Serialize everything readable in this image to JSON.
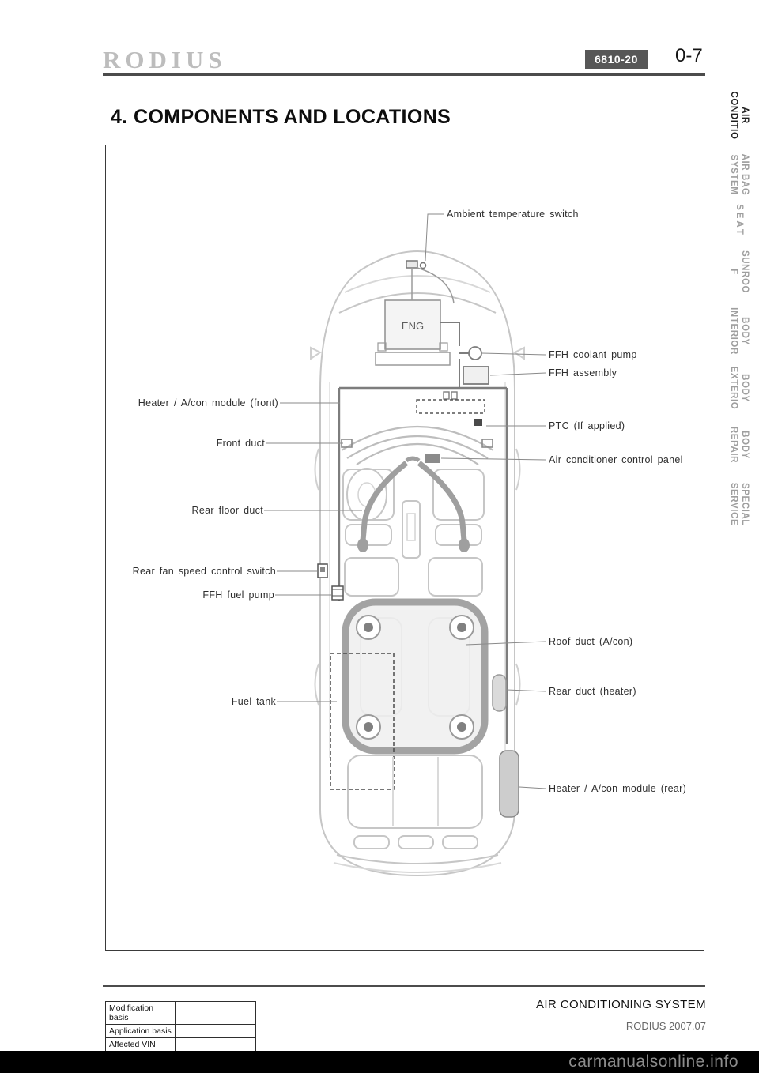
{
  "header": {
    "logo": "RODIUS",
    "section_code": "6810-20",
    "page_number": "0-7"
  },
  "title": "4. COMPONENTS AND LOCATIONS",
  "diagram": {
    "engine_label": "ENG",
    "labels": {
      "ambient_temp_switch": "Ambient temperature switch",
      "ffh_coolant_pump": "FFH coolant pump",
      "ffh_assembly": "FFH assembly",
      "heater_module_front": "Heater / A/con module (front)",
      "ptc": "PTC (If applied)",
      "front_duct": "Front duct",
      "ac_control_panel": "Air conditioner control panel",
      "rear_floor_duct": "Rear floor duct",
      "rear_fan_speed_switch": "Rear fan speed control switch",
      "ffh_fuel_pump": "FFH fuel pump",
      "roof_duct": "Roof duct (A/con)",
      "fuel_tank": "Fuel tank",
      "rear_duct": "Rear duct (heater)",
      "heater_module_rear": "Heater / A/con module (rear)"
    }
  },
  "sidebar": {
    "tabs": [
      {
        "line1": "AIR",
        "line2": "CONDITIO",
        "active": true
      },
      {
        "line1": "AIR BAG",
        "line2": "SYSTEM",
        "active": false
      },
      {
        "line1": "SEAT",
        "line2": "",
        "active": false
      },
      {
        "line1": "SUNROO",
        "line2": "F",
        "active": false
      },
      {
        "line1": "BODY",
        "line2": "INTERIOR",
        "active": false
      },
      {
        "line1": "BODY",
        "line2": "EXTERIO",
        "active": false
      },
      {
        "line1": "BODY",
        "line2": "REPAIR",
        "active": false
      },
      {
        "line1": "SPECIAL",
        "line2": "SERVICE",
        "active": false
      }
    ]
  },
  "footer": {
    "table": {
      "rows": [
        {
          "label": "Modification basis",
          "value": ""
        },
        {
          "label": "Application basis",
          "value": ""
        },
        {
          "label": "Affected VIN",
          "value": ""
        }
      ]
    },
    "system_title": "AIR CONDITIONING SYSTEM",
    "model_version": "RODIUS 2007.07"
  },
  "watermark": "carmanualsonline.info"
}
